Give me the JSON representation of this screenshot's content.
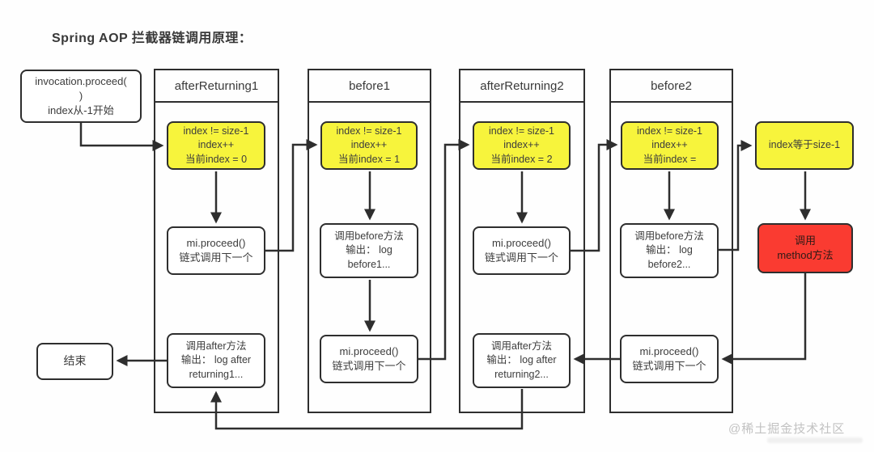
{
  "title": "Spring AOP 拦截器链调用原理：",
  "colors": {
    "condition_yellow": "#f7f43c",
    "method_red": "#fa3b31",
    "line_dark": "#2e2e2e",
    "watermark_gray": "#c2c2c2"
  },
  "start_box": {
    "line1": "invocation.proceed(",
    "line2": ")",
    "line3": "index从-1开始"
  },
  "end_box": {
    "label": "结束"
  },
  "columns": [
    {
      "header": "afterReturning1",
      "condition": [
        "index != size-1",
        "index++",
        "当前index = 0"
      ],
      "middle": [
        "mi.proceed()",
        "链式调用下一个"
      ],
      "bottom": [
        "调用after方法",
        "输出： log after",
        "returning1..."
      ]
    },
    {
      "header": "before1",
      "condition": [
        "index != size-1",
        "index++",
        "当前index = 1"
      ],
      "middle": [
        "调用before方法",
        "输出： log",
        "before1..."
      ],
      "bottom": [
        "mi.proceed()",
        "链式调用下一个"
      ]
    },
    {
      "header": "afterReturning2",
      "condition": [
        "index != size-1",
        "index++",
        "当前index = 2"
      ],
      "middle": [
        "mi.proceed()",
        "链式调用下一个"
      ],
      "bottom": [
        "调用after方法",
        "输出： log after",
        "returning2..."
      ]
    },
    {
      "header": "before2",
      "condition": [
        "index != size-1",
        "index++",
        "当前index ="
      ],
      "middle": [
        "调用before方法",
        "输出： log",
        "before2..."
      ],
      "bottom": [
        "mi.proceed()",
        "链式调用下一个"
      ]
    }
  ],
  "final_branch": {
    "condition": "index等于size-1",
    "method_box": [
      "调用",
      "method方法"
    ]
  },
  "watermark": {
    "text": "@稀土掘金技术社区"
  }
}
